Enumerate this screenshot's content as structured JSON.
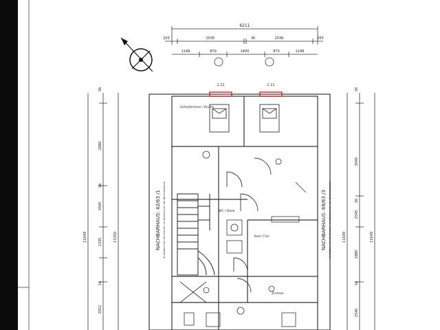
{
  "dimensions": {
    "top_total": "6211",
    "top_row2": [
      "205",
      "2035",
      "36",
      "2036",
      "205"
    ],
    "top_row3": [
      "1149",
      "870",
      "1400",
      "870",
      "1148"
    ],
    "left_outer": "11649",
    "left_inner": [
      "36",
      "2880",
      "36",
      "3045",
      "1335",
      "16",
      "2652"
    ],
    "left_mid": "11350",
    "right_outer": "11649",
    "right_inner": [
      "36",
      "3045",
      "36",
      "2545",
      "2880",
      "16",
      "2546"
    ]
  },
  "labels": {
    "neighbor_left": "NACHBARHAUS: 42/63 /1",
    "neighbor_right": "NACHBARHAUS: 69/63 /3",
    "neighbor_left_sub": "m Abstand von der Grenze / im Abstand von der Nachbargrenze",
    "neighbor_right_sub": "m Abstand von der Grenze / im Abstand von der Nachbargrenze",
    "room_top": "Schlafzimmer / Kinder",
    "room_mid": "WC / Diele",
    "room_right": "Bad / Flur",
    "room_bottom": "Zimmer",
    "window_left": "1.11",
    "window_right": "1.11"
  },
  "colors": {
    "line": "#333333",
    "window": "#c62828"
  },
  "icons": {
    "north": "north-arrow-icon"
  }
}
